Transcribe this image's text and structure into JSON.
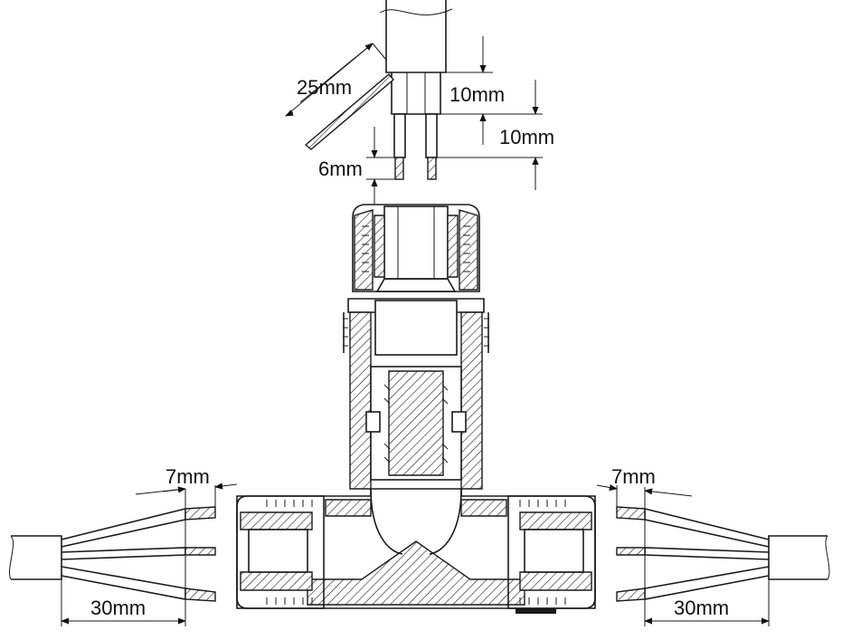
{
  "labels": {
    "strip_top_diag": "25mm",
    "strip_top_upper": "10mm",
    "strip_top_lower": "10mm",
    "strip_top_core": "6mm",
    "strip_left_core": "7mm",
    "strip_left_total": "30mm",
    "strip_right_core": "7mm",
    "strip_right_total": "30mm"
  }
}
